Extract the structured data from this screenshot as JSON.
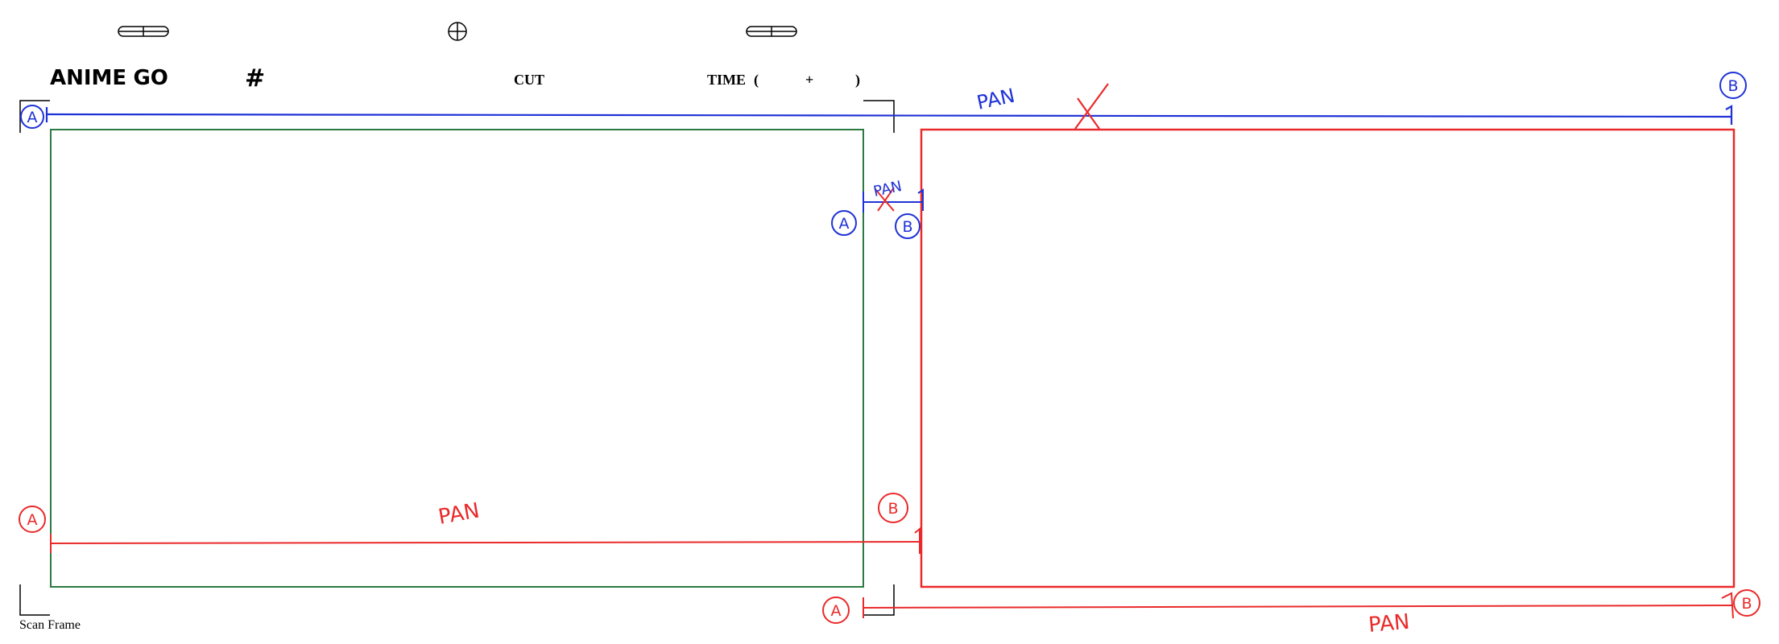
{
  "header": {
    "brand_part1": "ANIME",
    "brand_part2": "GO",
    "number_sign": "#",
    "cut_label": "CUT",
    "time_label": "TIME",
    "time_open": "(",
    "time_plus": "+",
    "time_close": ")"
  },
  "footer": {
    "scan_frame_label": "Scan Frame"
  },
  "annotations": {
    "pan_label": "PAN",
    "point_a": "A",
    "point_b": "B"
  },
  "colors": {
    "blue": "#1f32d6",
    "red": "#ea2a2a",
    "green": "#2a7a42",
    "black": "#000000"
  },
  "icons": [
    "slot-icon",
    "registration-crosshair-icon",
    "slot-icon"
  ]
}
